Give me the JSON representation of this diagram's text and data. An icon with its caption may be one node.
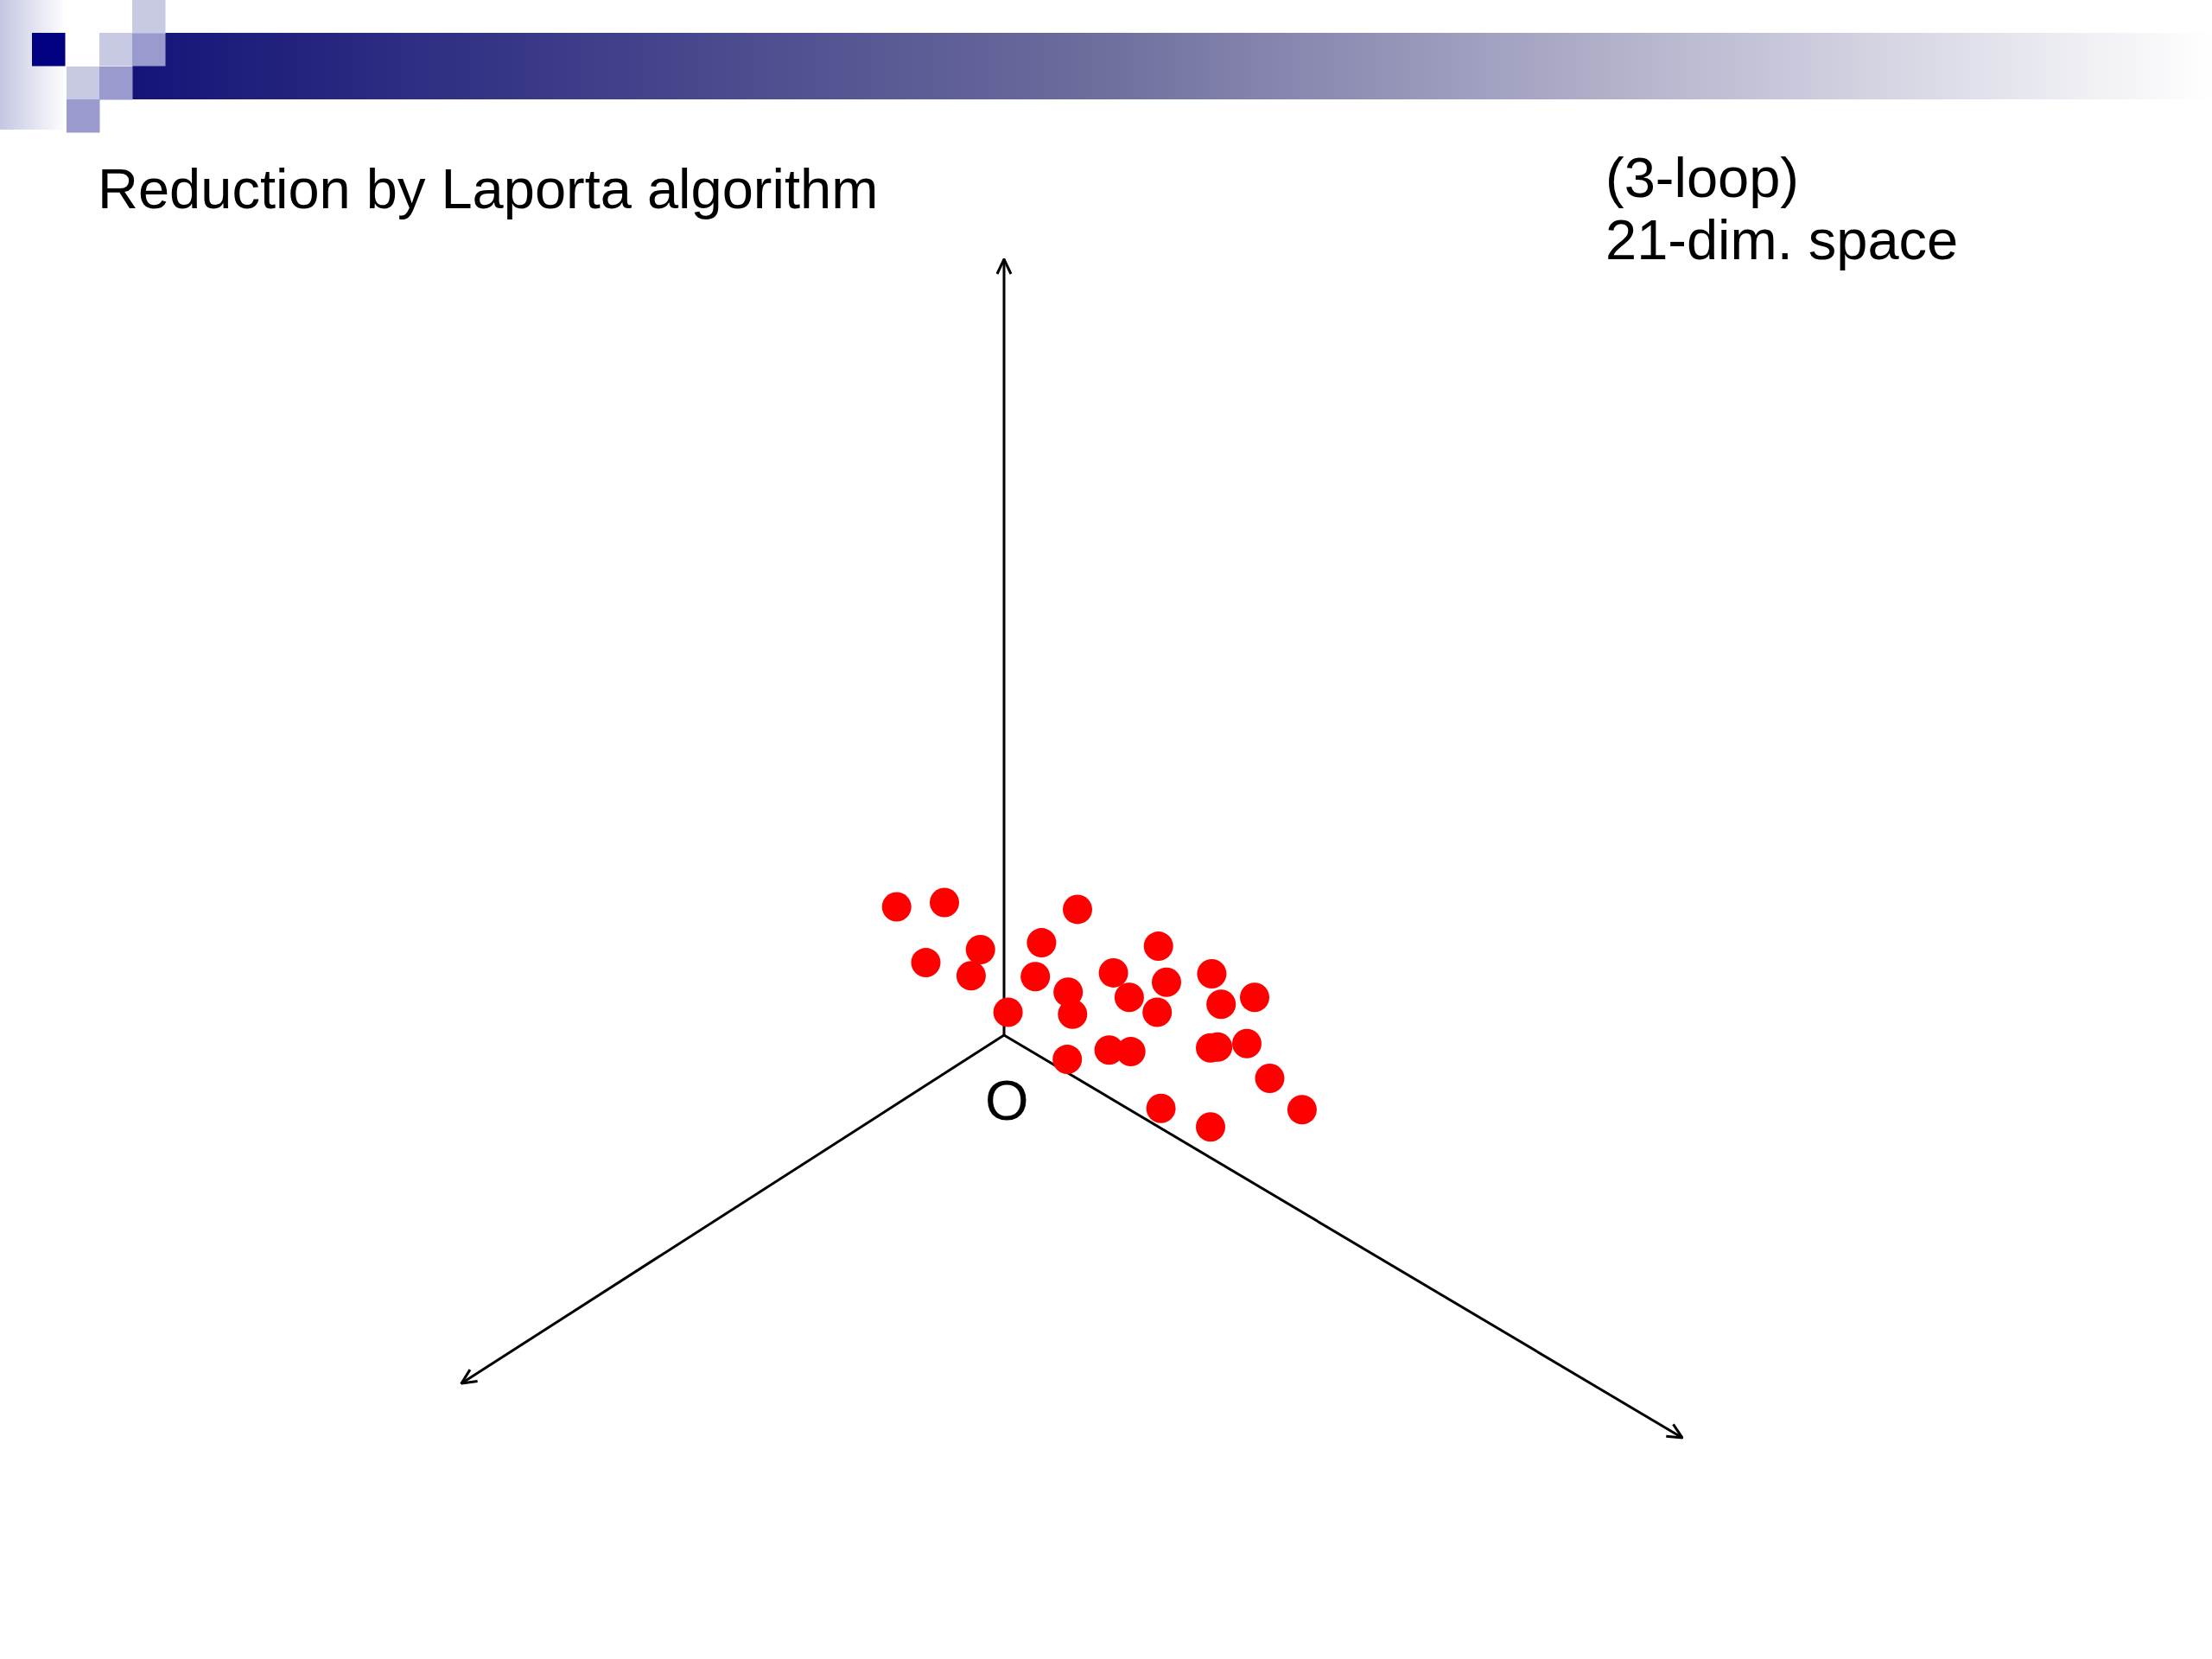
{
  "diagram": {
    "title": "Reduction by Laporta algorithm",
    "labels": [
      "(3-loop)",
      "21-dim. space",
      "O"
    ]
  }
}
